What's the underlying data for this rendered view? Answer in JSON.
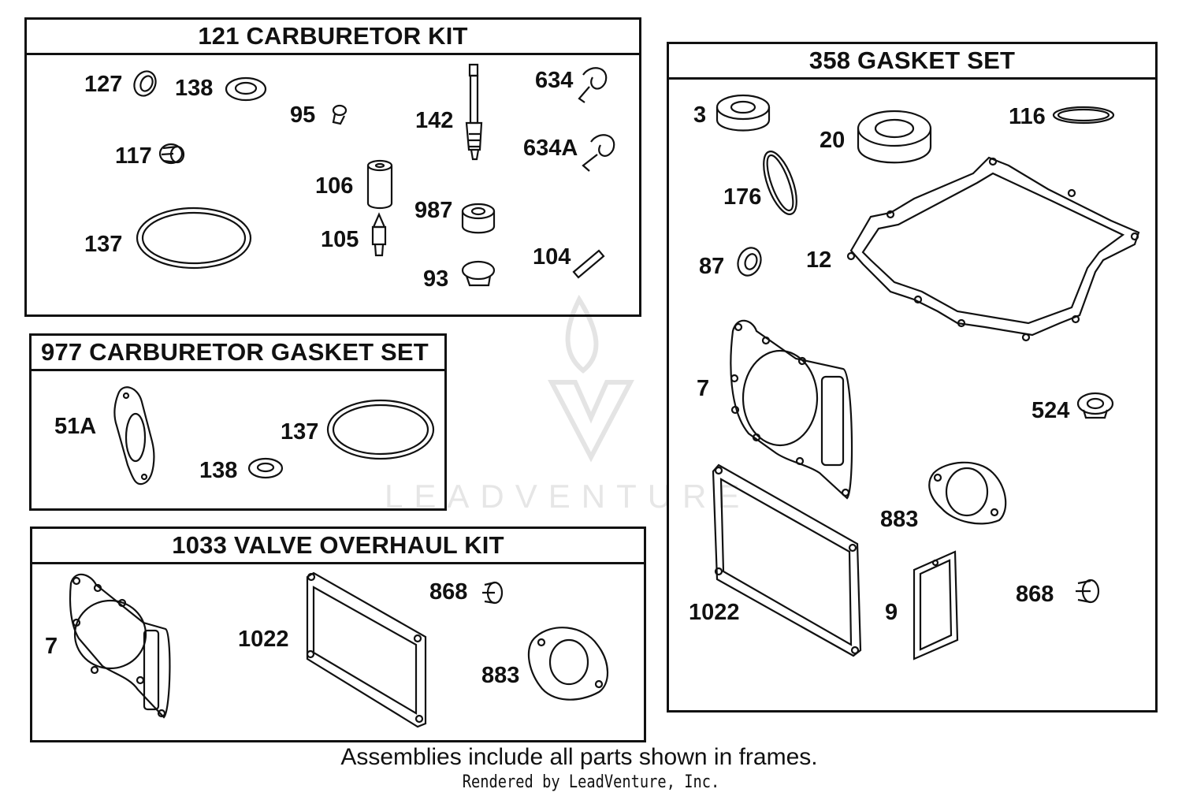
{
  "frames": {
    "carburetor_kit": {
      "title": "121 CARBURETOR KIT",
      "labels": [
        "127",
        "138",
        "95",
        "142",
        "634",
        "117",
        "634A",
        "106",
        "987",
        "137",
        "105",
        "104",
        "93"
      ]
    },
    "carburetor_gasket_set": {
      "title": "977 CARBURETOR GASKET SET",
      "labels": [
        "51A",
        "137",
        "138"
      ]
    },
    "valve_overhaul_kit": {
      "title": "1033 VALVE OVERHAUL KIT",
      "labels": [
        "868",
        "7",
        "1022",
        "883"
      ]
    },
    "gasket_set": {
      "title": "358 GASKET SET",
      "labels": [
        "3",
        "116",
        "20",
        "176",
        "87",
        "12",
        "7",
        "524",
        "883",
        "1022",
        "9",
        "868"
      ]
    }
  },
  "footer": {
    "note": "Assemblies include all parts shown in frames.",
    "credit": "Rendered by LeadVenture, Inc."
  },
  "watermark": "LEADVENTURE"
}
